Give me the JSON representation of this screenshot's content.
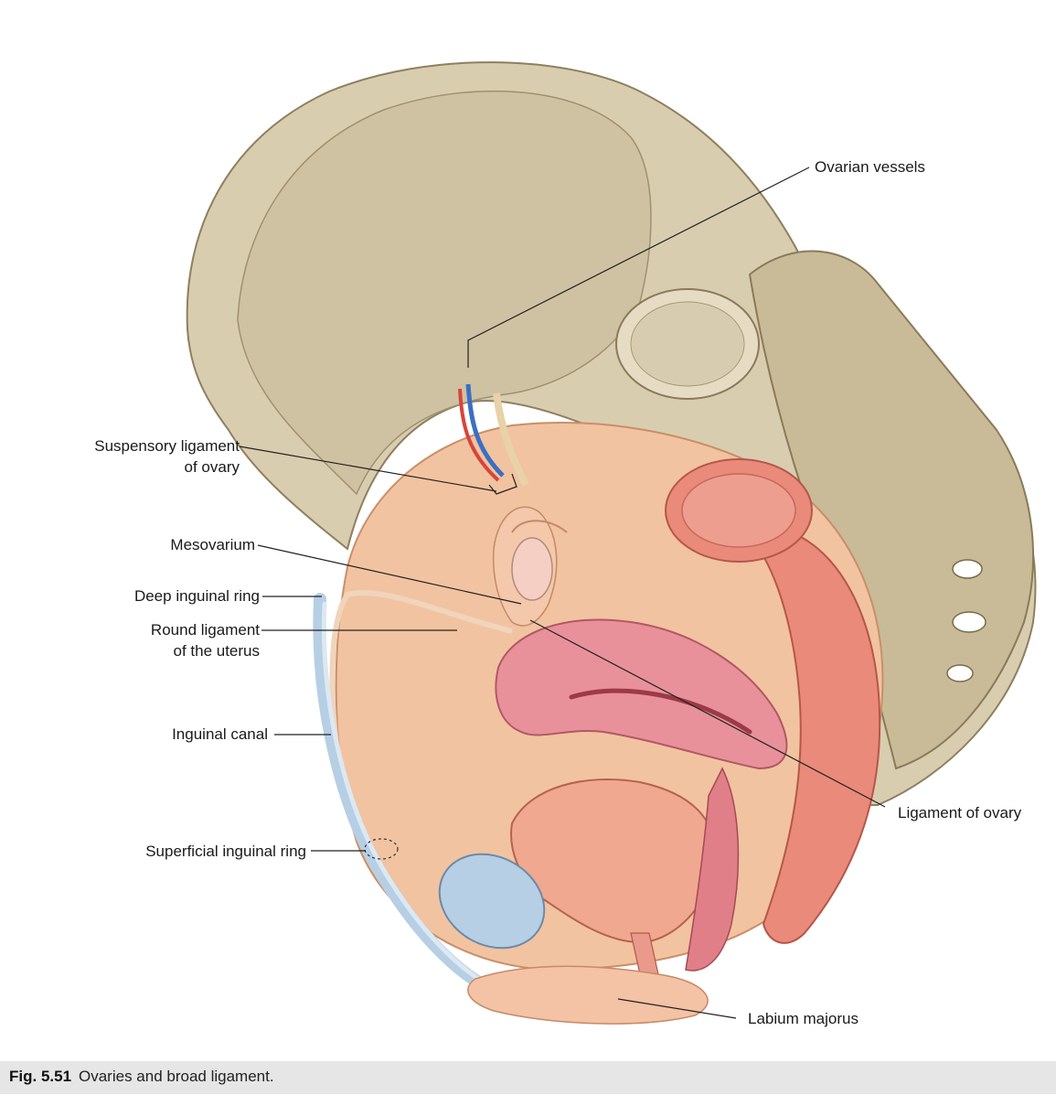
{
  "labels": {
    "ovarian_vessels": "Ovarian vessels",
    "suspensory_ligament_1": "Suspensory ligament",
    "suspensory_ligament_2": "of ovary",
    "mesovarium": "Mesovarium",
    "deep_inguinal_ring": "Deep inguinal ring",
    "round_ligament_1": "Round ligament",
    "round_ligament_2": "of the uterus",
    "inguinal_canal": "Inguinal canal",
    "ligament_of_ovary": "Ligament of ovary",
    "superficial_inguinal_ring": "Superficial inguinal ring",
    "labium_majorus": "Labium majorus"
  },
  "caption": {
    "number": "Fig. 5.51",
    "text": "Ovaries and broad ligament."
  },
  "colors": {
    "bone": "#d9cdb0",
    "bone_dark": "#b8a886",
    "peritoneum": "#f2c3a0",
    "muscle": "#e98a7a",
    "uterus": "#e8919a",
    "canal_blue": "#b6cfe4",
    "vein": "#3b6fc4",
    "artery": "#d8443c",
    "caption_bg": "#e6e6e6"
  }
}
